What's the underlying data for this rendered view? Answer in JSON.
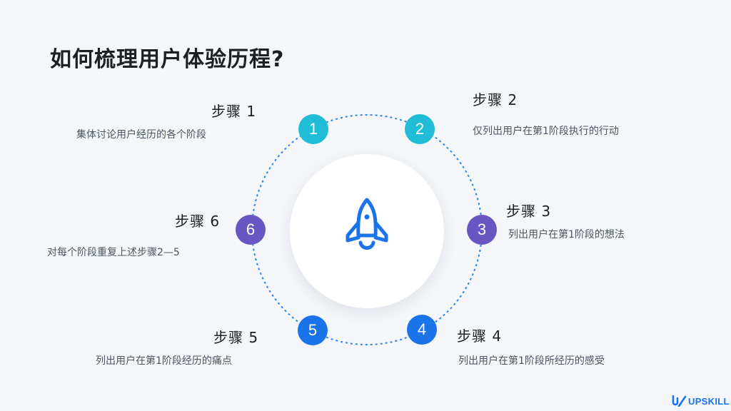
{
  "title": "如何梳理用户体验历程?",
  "colors": {
    "cyan": "#21bcd6",
    "blue": "#1a73e8",
    "purple": "#6a56c2",
    "ring": "#2f86e8"
  },
  "steps": [
    {
      "number": "1",
      "title": "步骤 1",
      "desc": "集体讨论用户经历的各个阶段"
    },
    {
      "number": "2",
      "title": "步骤 2",
      "desc": "仅列出用户在第1阶段执行的行动"
    },
    {
      "number": "3",
      "title": "步骤 3",
      "desc": "列出用户在第1阶段的想法"
    },
    {
      "number": "4",
      "title": "步骤 4",
      "desc": "列出用户在第1阶段所经历的感受"
    },
    {
      "number": "5",
      "title": "步骤 5",
      "desc": "列出用户在第1阶段经历的痛点"
    },
    {
      "number": "6",
      "title": "步骤 6",
      "desc": "对每个阶段重复上述步骤2—5"
    }
  ],
  "center_icon": "rocket-icon",
  "logo": {
    "text": "UPSKILL",
    "icon": "upskill-logo-icon"
  }
}
